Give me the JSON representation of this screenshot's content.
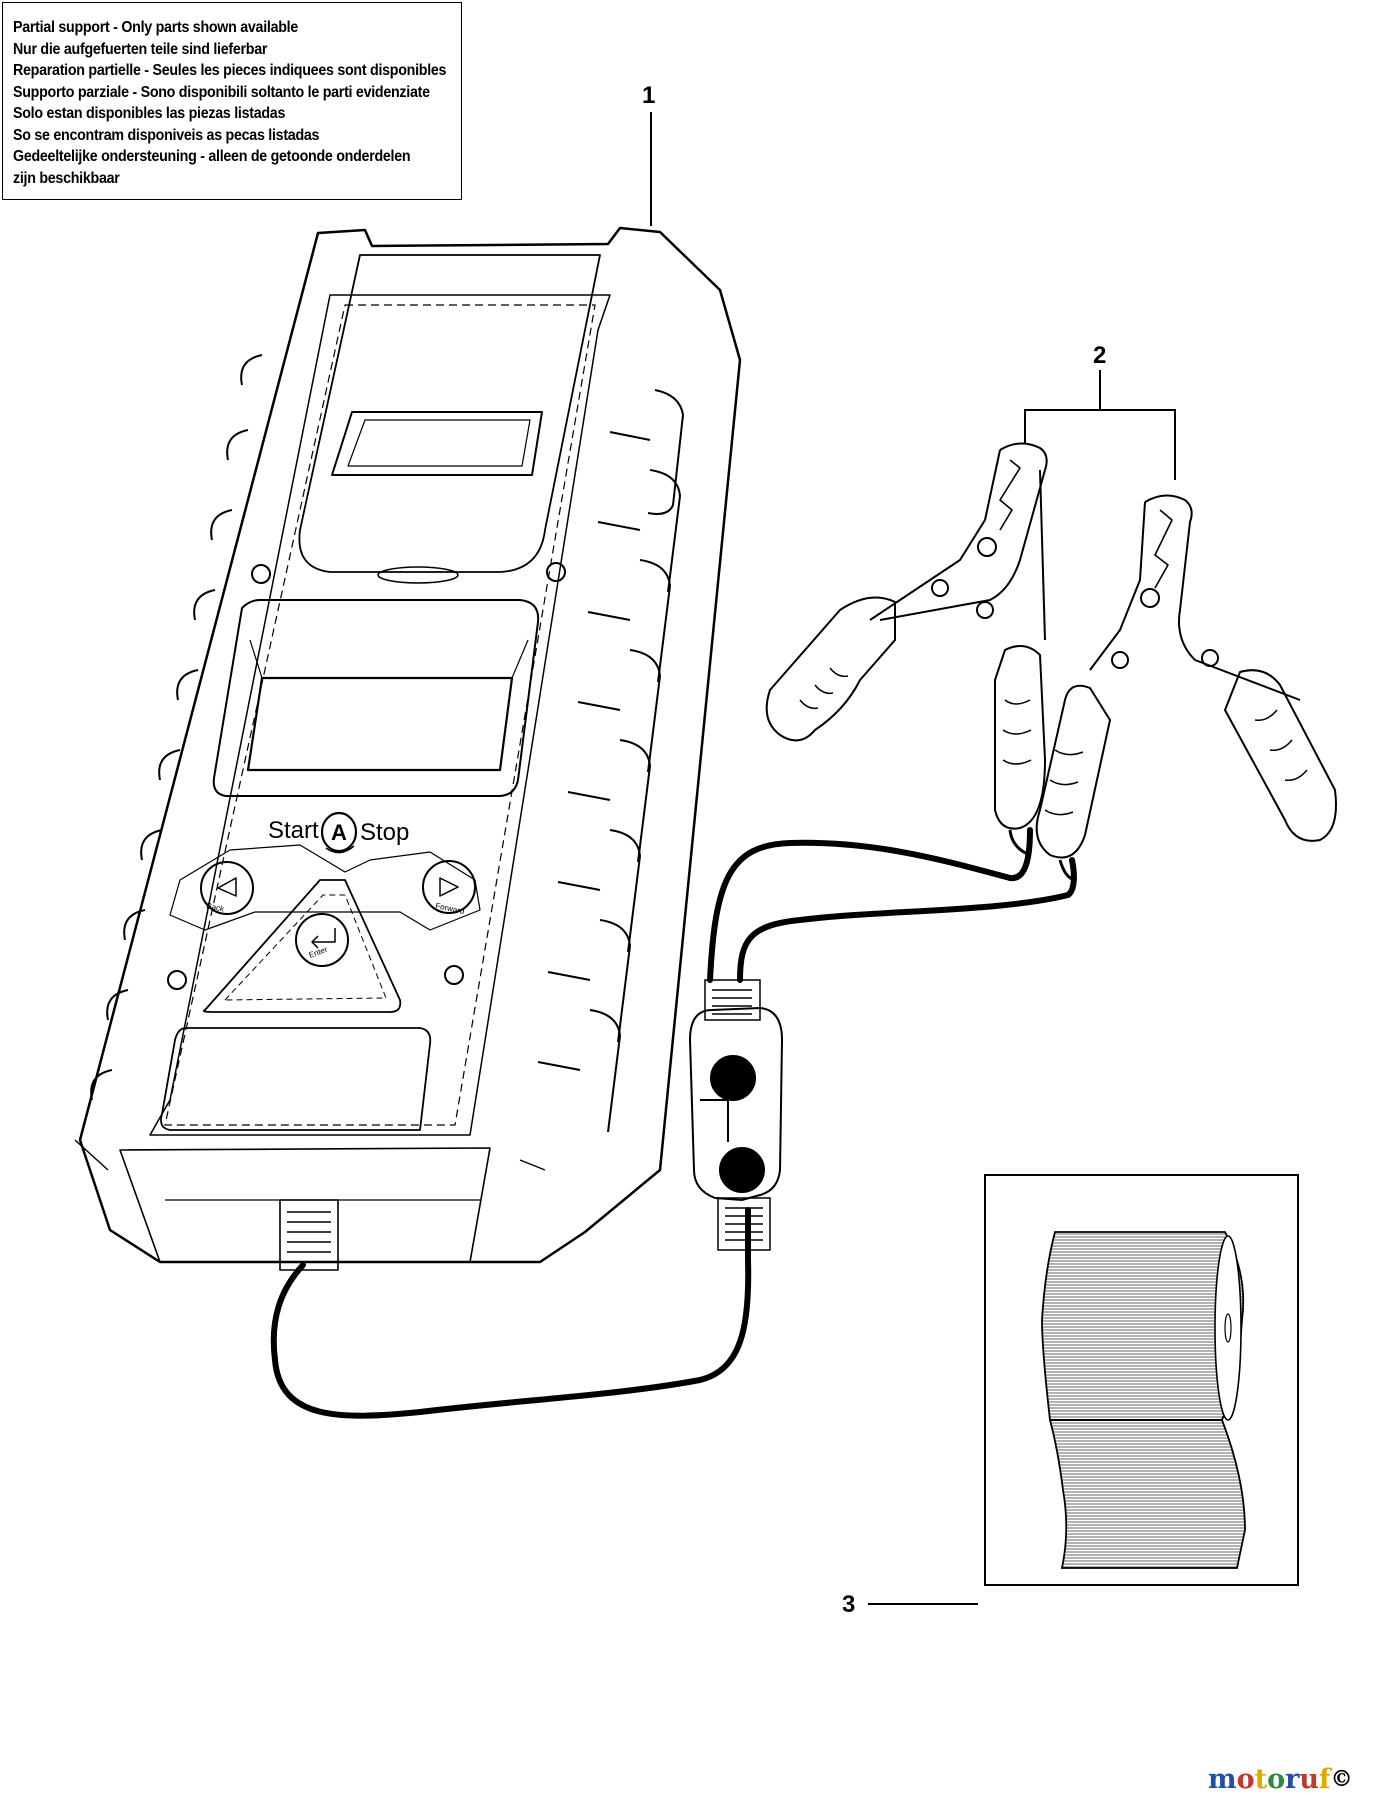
{
  "notice": {
    "lines": [
      "Partial support - Only parts shown available",
      "Nur die aufgefuerten teile sind lieferbar",
      "Reparation partielle - Seules les pieces indiquees sont disponibles",
      "Supporto parziale - Sono disponibili soltanto le parti evidenziate",
      "Solo estan disponibles las piezas listadas",
      "So se encontram disponiveis as pecas listadas",
      "Gedeeltelijke ondersteuning - alleen de getoonde onderdelen",
      "zijn beschikbaar"
    ]
  },
  "parts": [
    {
      "number": "1",
      "name": "battery-tester"
    },
    {
      "number": "2",
      "name": "clamps"
    },
    {
      "number": "3",
      "name": "paper-roll"
    }
  ],
  "device": {
    "start_label": "Start",
    "a_label": "A",
    "stop_label": "Stop",
    "back_label": "Back",
    "forward_label": "Forward",
    "enter_label": "Enter"
  },
  "watermark": {
    "text": "motoruf",
    "letter_colors": [
      "#1f4fa8",
      "#c0392b",
      "#e0a800",
      "#2e8b3d",
      "#1f4fa8",
      "#c0392b",
      "#e0a800"
    ]
  }
}
